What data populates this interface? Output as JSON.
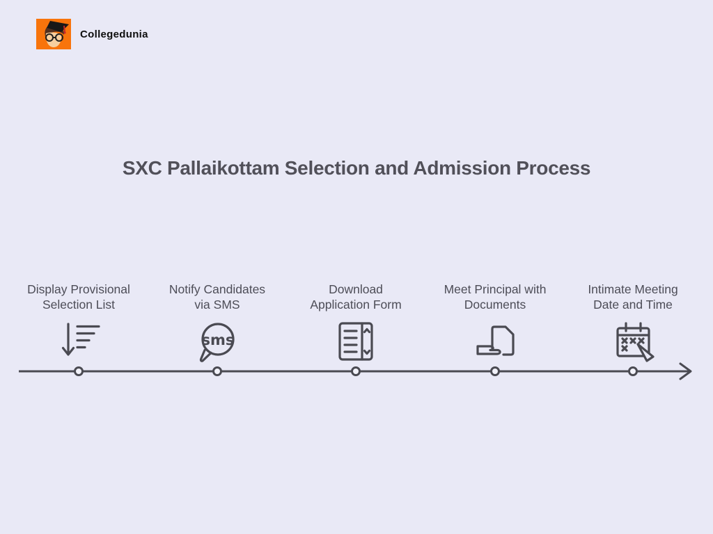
{
  "colors": {
    "background": "#E9E9F6",
    "logo_orange": "#F8740C",
    "line": "#4A4A52",
    "text": "#4D4D57",
    "title_text": "#515059"
  },
  "header": {
    "brand": "Collegedunia"
  },
  "title": "SXC Pallaikottam Selection and Admission Process",
  "timeline": {
    "direction": "left-to-right-arrow",
    "steps": [
      {
        "lines": [
          "Display Provisional",
          "Selection List"
        ],
        "icon": "sort-list-down-icon"
      },
      {
        "lines": [
          "Notify Candidates",
          "via SMS"
        ],
        "icon": "sms-bubble-icon",
        "icon_text": "sms"
      },
      {
        "lines": [
          "Download",
          "Application Form"
        ],
        "icon": "form-scroll-icon"
      },
      {
        "lines": [
          "Meet Principal with",
          "Documents"
        ],
        "icon": "hand-document-icon"
      },
      {
        "lines": [
          "Intimate Meeting",
          "Date and Time"
        ],
        "icon": "calendar-pencil-icon"
      }
    ]
  }
}
